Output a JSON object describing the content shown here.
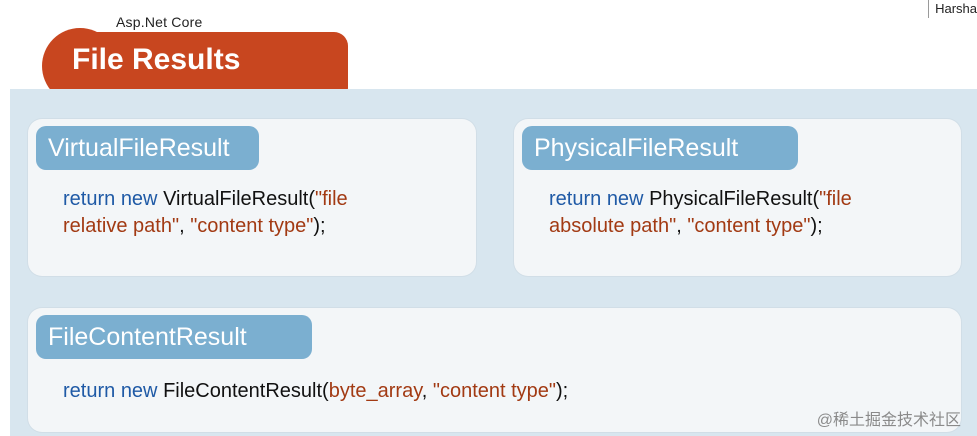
{
  "header": {
    "top_right_name": "Harsha",
    "brand_small": "Asp.Net Core",
    "title": "File Results"
  },
  "cards": [
    {
      "title": "VirtualFileResult",
      "code": {
        "kw1": "return",
        "kw2": "new",
        "class": "VirtualFileResult(",
        "str1": "\"file",
        "str2": "relative path\"",
        "comma": ", ",
        "str3": "\"content type\"",
        "end": ");"
      }
    },
    {
      "title": "PhysicalFileResult",
      "code": {
        "kw1": "return",
        "kw2": "new",
        "class": "PhysicalFileResult(",
        "str1": "\"file",
        "str2": "absolute path\"",
        "comma": ", ",
        "str3": "\"content type\"",
        "end": ");"
      }
    },
    {
      "title": "FileContentResult",
      "code": {
        "kw1": "return",
        "kw2": "new",
        "class": "FileContentResult(",
        "arg": "byte_array",
        "comma": ", ",
        "str1": "\"content type\"",
        "end": ");"
      }
    }
  ],
  "watermark": "@稀土掘金技术社区"
}
